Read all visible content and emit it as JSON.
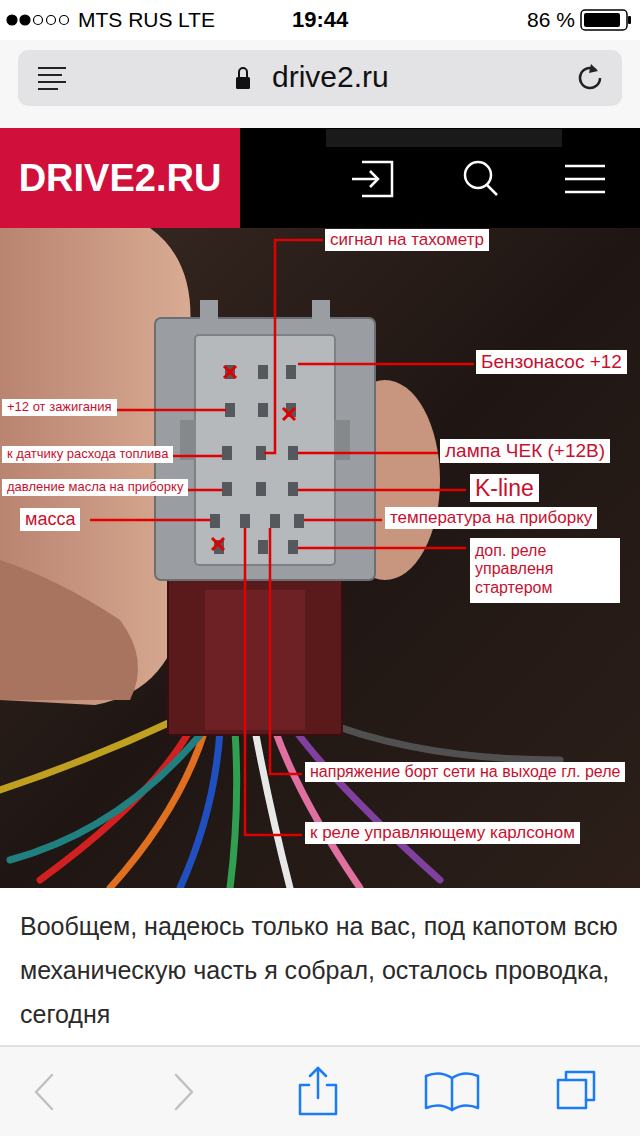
{
  "diagram": {
    "nodes": [
      {
        "text": [
          "DRIVE2.RU"
        ]
      },
      {
        "text": [
          "сигнал на тахометр"
        ]
      },
      {
        "text": [
          "Бензонасос +12"
        ]
      },
      {
        "text": [
          "+12 от зажигания"
        ]
      },
      {
        "text": [
          "к датчику  расхода топлива"
        ]
      },
      {
        "text": [
          "лампа ЧЕК (+12В)"
        ]
      },
      {
        "text": [
          "давление масла на приборку"
        ]
      },
      {
        "text": [
          "K-line"
        ]
      },
      {
        "text": [
          "масса"
        ]
      },
      {
        "text": [
          "температура на приборку"
        ]
      },
      {
        "text": [
          "доп. реле управленя стартером"
        ]
      },
      {
        "text": [
          "напряжение борт сети на выходе гл. реле"
        ]
      },
      {
        "text": [
          "к реле управляющему карлсоном"
        ]
      }
    ],
    "labels": [
      "MTS RUS",
      "LTE",
      "19:44",
      "86 %",
      "drive2.ru",
      "Вообщем, надеюсь только на вас, под капотом всю механическую часть я собрал, осталось проводка, сегодня"
    ]
  }
}
